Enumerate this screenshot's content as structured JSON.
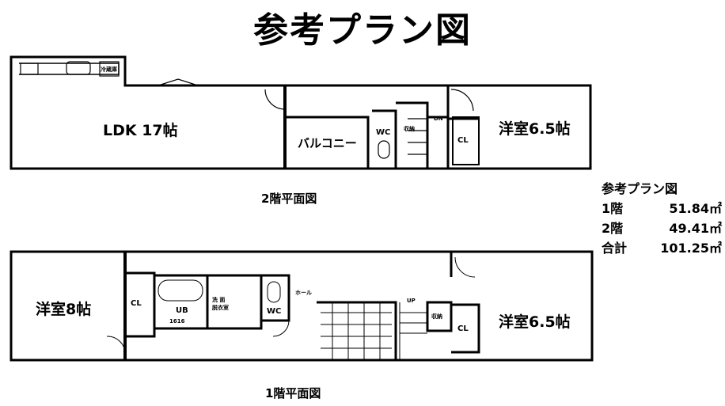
{
  "title": "参考プラン図",
  "floor2": {
    "caption": "2階平面図",
    "rooms": {
      "ldk": "LDK  17帖",
      "balcony": "バルコニー",
      "wc": "WC",
      "storage": "収納",
      "stair_dn": "DN",
      "closet": "CL",
      "western": "洋室6.5帖",
      "fridge": "冷蔵庫"
    }
  },
  "floor1": {
    "caption": "1階平面図",
    "rooms": {
      "western8": "洋室8帖",
      "closet_left": "CL",
      "ub": "UB",
      "ub_size": "1616",
      "washroom": "洗 面\n脱衣室",
      "wc": "WC",
      "hall": "ホール",
      "stair_up": "UP",
      "storage": "収納",
      "closet_right": "CL",
      "western65": "洋室6.5帖"
    }
  },
  "area_table": {
    "heading": "参考プラン図",
    "rows": [
      {
        "label": "1階",
        "value": "51.84㎡"
      },
      {
        "label": "2階",
        "value": "49.41㎡"
      },
      {
        "label": "合計",
        "value": "101.25㎡"
      }
    ]
  }
}
